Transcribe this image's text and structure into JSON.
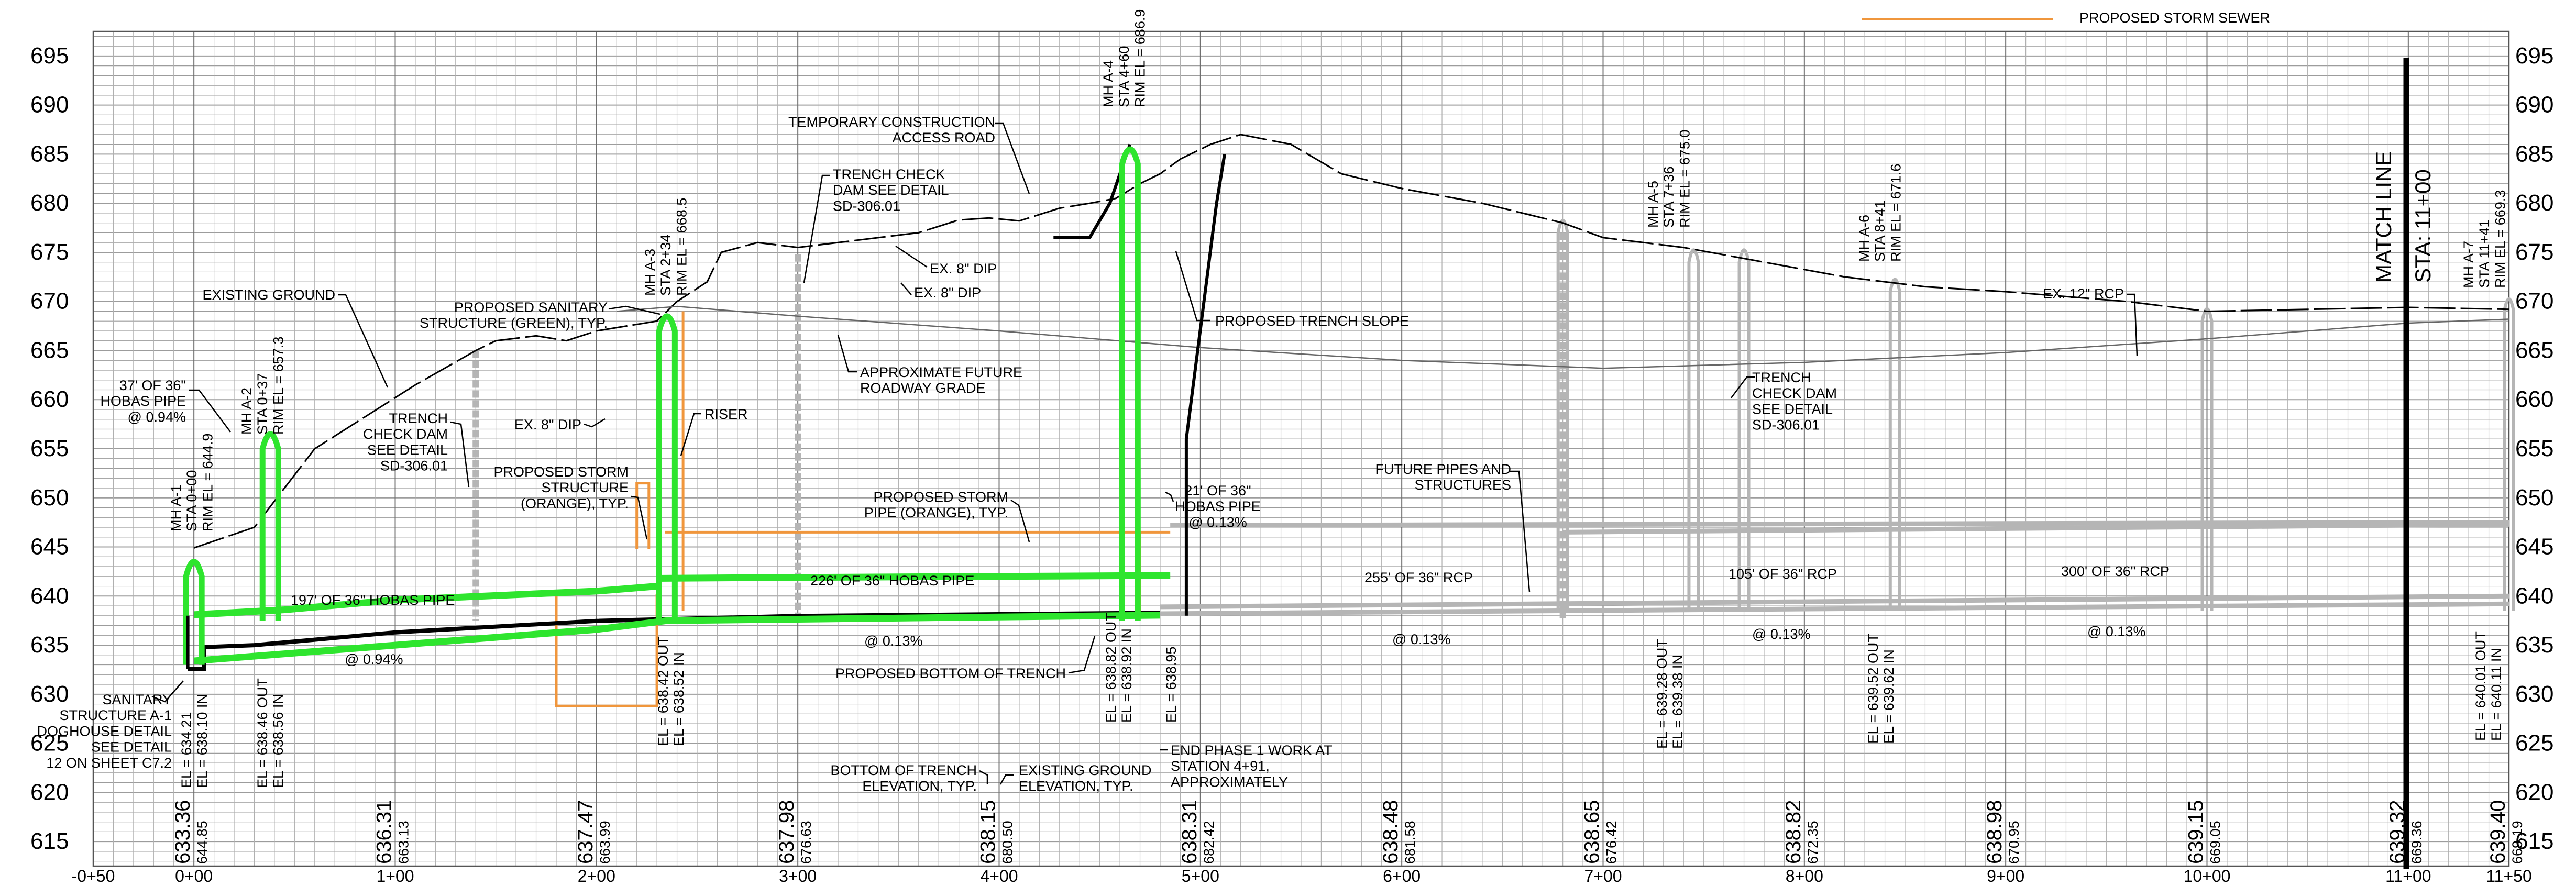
{
  "legend": {
    "proposed_storm_sewer": "PROPOSED STORM SEWER",
    "proposed_storm_sewer_color": "#f0963c"
  },
  "colors": {
    "sanitary": "#2ee52e",
    "storm": "#f0963c",
    "future": "#b5b5b5",
    "grid": "#999999",
    "ground": "#000000"
  },
  "axes": {
    "elevations": [
      695,
      690,
      685,
      680,
      675,
      670,
      665,
      660,
      655,
      650,
      645,
      640,
      635,
      630,
      625,
      620,
      615
    ],
    "stations": [
      "-0+50",
      "0+00",
      "1+00",
      "2+00",
      "3+00",
      "4+00",
      "5+00",
      "6+00",
      "7+00",
      "8+00",
      "9+00",
      "10+00",
      "11+00",
      "11+50"
    ],
    "station_values": [
      -50,
      0,
      100,
      200,
      300,
      400,
      500,
      600,
      700,
      800,
      900,
      1000,
      1100,
      1150
    ],
    "elev_range": [
      612.5,
      697.5
    ],
    "station_range": [
      -50,
      1150
    ]
  },
  "station_elevations": [
    {
      "sta": 0,
      "proposed": "633.36",
      "existing": "644.85"
    },
    {
      "sta": 100,
      "proposed": "636.31",
      "existing": "663.13"
    },
    {
      "sta": 200,
      "proposed": "637.47",
      "existing": "663.99"
    },
    {
      "sta": 300,
      "proposed": "637.98",
      "existing": "676.63"
    },
    {
      "sta": 400,
      "proposed": "638.15",
      "existing": "680.50"
    },
    {
      "sta": 500,
      "proposed": "638.31",
      "existing": "682.42"
    },
    {
      "sta": 600,
      "proposed": "638.48",
      "existing": "681.58"
    },
    {
      "sta": 700,
      "proposed": "638.65",
      "existing": "676.42"
    },
    {
      "sta": 800,
      "proposed": "638.82",
      "existing": "672.35"
    },
    {
      "sta": 900,
      "proposed": "638.98",
      "existing": "670.95"
    },
    {
      "sta": 1000,
      "proposed": "639.15",
      "existing": "669.05"
    },
    {
      "sta": 1100,
      "proposed": "639.32",
      "existing": "669.36"
    },
    {
      "sta": 1150,
      "proposed": "639.40",
      "existing": "669.19"
    }
  ],
  "profile": {
    "existing_ground": [
      [
        0,
        644.9
      ],
      [
        30,
        647
      ],
      [
        60,
        655
      ],
      [
        110,
        661.5
      ],
      [
        140,
        665
      ],
      [
        150,
        666
      ],
      [
        170,
        666.5
      ],
      [
        185,
        666
      ],
      [
        200,
        667
      ],
      [
        230,
        668
      ],
      [
        240,
        670
      ],
      [
        255,
        672
      ],
      [
        262,
        675
      ],
      [
        280,
        676
      ],
      [
        300,
        675.5
      ],
      [
        320,
        676
      ],
      [
        360,
        677
      ],
      [
        380,
        678.3
      ],
      [
        395,
        678.5
      ],
      [
        410,
        678.2
      ],
      [
        430,
        679.5
      ],
      [
        445,
        680
      ],
      [
        458,
        680.5
      ],
      [
        470,
        682
      ],
      [
        480,
        683
      ],
      [
        490,
        684.5
      ],
      [
        505,
        686
      ],
      [
        520,
        687
      ],
      [
        545,
        686
      ],
      [
        570,
        683
      ],
      [
        600,
        681.5
      ],
      [
        640,
        680
      ],
      [
        680,
        678
      ],
      [
        700,
        676.5
      ],
      [
        740,
        675.5
      ],
      [
        780,
        674
      ],
      [
        820,
        672.5
      ],
      [
        860,
        671.5
      ],
      [
        900,
        671
      ],
      [
        960,
        670
      ],
      [
        1000,
        669
      ],
      [
        1100,
        669.4
      ],
      [
        1150,
        669.2
      ]
    ],
    "future_grade": [
      [
        210,
        669
      ],
      [
        240,
        669.5
      ],
      [
        300,
        668.5
      ],
      [
        400,
        667
      ],
      [
        500,
        665.3
      ],
      [
        600,
        664
      ],
      [
        700,
        663.2
      ],
      [
        800,
        663.8
      ],
      [
        900,
        664.8
      ],
      [
        1000,
        666.2
      ],
      [
        1100,
        667.8
      ],
      [
        1150,
        668.2
      ]
    ],
    "trench_bottom": [
      [
        -3,
        632.6
      ],
      [
        5,
        632.6
      ],
      [
        5,
        634.8
      ],
      [
        30,
        635
      ],
      [
        100,
        636.3
      ],
      [
        200,
        637.47
      ],
      [
        300,
        637.98
      ],
      [
        400,
        638.15
      ],
      [
        480,
        638.3
      ]
    ],
    "green_pipe_a": [
      [
        0,
        638.1
      ],
      [
        45,
        638.6
      ],
      [
        100,
        639.6
      ],
      [
        200,
        640.5
      ],
      [
        230,
        641
      ]
    ],
    "green_pipe_b": [
      [
        230,
        641.8
      ],
      [
        300,
        641.9
      ],
      [
        400,
        642
      ],
      [
        485,
        642.1
      ]
    ],
    "green_pipe_bottom": [
      [
        0,
        633.4
      ],
      [
        100,
        635
      ],
      [
        200,
        636.6
      ],
      [
        235,
        637.5
      ],
      [
        480,
        638.05
      ]
    ],
    "manholes": [
      [
        0,
        644
      ],
      [
        38,
        657
      ],
      [
        235,
        669
      ],
      [
        465,
        686
      ]
    ],
    "future_structures": [
      [
        680,
        678
      ],
      [
        745,
        675
      ],
      [
        770,
        675
      ],
      [
        845,
        672
      ],
      [
        1000,
        669
      ],
      [
        1150,
        670
      ]
    ],
    "future_pipes": [
      [
        [
          480,
          638.2
        ],
        [
          1150,
          639.2
        ]
      ],
      [
        [
          480,
          638.9
        ],
        [
          1150,
          640
        ]
      ],
      [
        [
          485,
          647.2
        ],
        [
          1150,
          647.5
        ]
      ],
      [
        [
          680,
          646.5
        ],
        [
          1150,
          647.3
        ]
      ]
    ],
    "storm": [
      [
        [
          180,
          640.5
        ],
        [
          180,
          628.8
        ],
        [
          230,
          628.8
        ],
        [
          230,
          640.2
        ]
      ],
      [
        [
          220,
          644.8
        ],
        [
          220,
          651.5
        ],
        [
          226,
          651.5
        ],
        [
          226,
          644.8
        ]
      ],
      [
        [
          234,
          646.5
        ],
        [
          485,
          646.5
        ]
      ],
      [
        [
          243,
          669
        ],
        [
          243,
          638.5
        ]
      ],
      [
        [
          470,
          646.5
        ],
        [
          470,
          638.5
        ]
      ]
    ],
    "trench_slopes": [
      [
        [
          427,
          676.5
        ],
        [
          445,
          676.5
        ],
        [
          455,
          680
        ],
        [
          465,
          686
        ]
      ],
      [
        [
          493,
          638
        ],
        [
          493,
          656
        ],
        [
          508,
          680
        ],
        [
          512,
          685
        ]
      ]
    ]
  },
  "annotations": {
    "temp_construction": "TEMPORARY CONSTRUCTION\nACCESS ROAD",
    "trench_check_dam_top": "TRENCH CHECK\nDAM SEE DETAIL\nSD-306.01",
    "ex_8_dip_top": "EX. 8\" DIP",
    "ex_8_dip_top2": "EX. 8\" DIP",
    "proposed_trench_slope": "PROPOSED TRENCH SLOPE",
    "existing_ground": "EXISTING GROUND",
    "proposed_sanitary_structure": "PROPOSED SANITARY\nSTRUCTURE (GREEN), TYP.",
    "approx_future_grade": "APPROXIMATE FUTURE\nROADWAY GRADE",
    "hobas_37": "37' OF 36\"\nHOBAS PIPE\n@ 0.94%",
    "trench_check_dam_left": "TRENCH\nCHECK DAM\nSEE DETAIL\nSD-306.01",
    "ex_8_dip_mid": "EX. 8\" DIP",
    "riser": "RISER",
    "proposed_storm_structure": "PROPOSED STORM\nSTRUCTURE\n(ORANGE), TYP.",
    "proposed_storm_pipe": "PROPOSED STORM\nPIPE (ORANGE), TYP.",
    "hobas_21": "21' OF 36\"\nHOBAS PIPE\n@ 0.13%",
    "future_pipes": "FUTURE PIPES AND\nSTRUCTURES",
    "trench_check_dam_right": "TRENCH\nCHECK DAM\nSEE DETAIL\nSD-306.01",
    "ex_12_rcp": "EX. 12\" RCP",
    "hobas_197": "197' OF 36\" HOBAS PIPE",
    "hobas_226": "226' OF 36\" HOBAS PIPE",
    "slope_094": "@ 0.94%",
    "slope_013": "@ 0.13%",
    "proposed_bottom_trench": "PROPOSED BOTTOM OF TRENCH",
    "sanitary_structure_a1": "SANITARY\nSTRUCTURE A-1\nDOGHOUSE DETAIL\nSEE DETAIL\n12 ON SHEET C7.2",
    "bottom_of_trench": "BOTTOM OF TRENCH\nELEVATION, TYP.",
    "existing_ground_elev": "EXISTING GROUND\nELEVATION, TYP.",
    "end_phase_1": "END PHASE 1 WORK AT\nSTATION 4+91,\nAPPROXIMATELY",
    "rcp_255": "255' OF 36\" RCP",
    "rcp_105": "105' OF 36\" RCP",
    "rcp_300": "300' OF 36\" RCP",
    "slope_013_a": "@ 0.13%",
    "slope_013_b": "@ 0.13%",
    "slope_013_c": "@ 0.13%",
    "match_line": "MATCH LINE",
    "match_sta": "STA: 11+00"
  },
  "manhole_labels": {
    "mh_a1": "MH A-1\nSTA 0+00\nRIM EL = 644.9",
    "mh_a2": "MH A-2\nSTA 0+37\nRIM EL = 657.3",
    "mh_a3": "MH A-3\nSTA 2+34\nRIM EL = 668.5",
    "mh_a4": "MH A-4\nSTA 4+60\nRIM EL = 686.9",
    "mh_a5": "MH A-5\nSTA 7+36\nRIM EL = 675.0",
    "mh_a6": "MH A-6\nSTA 8+41\nRIM EL = 671.6",
    "mh_a7": "MH A-7\nSTA 11+41\nRIM EL = 669.3"
  },
  "invert_labels": {
    "a1": "EL = 634.21\nEL = 638.10 IN",
    "a2": "EL = 638.46 OUT\nEL = 638.56 IN",
    "a3": "EL = 638.42 OUT\nEL = 638.52 IN",
    "a4": "EL = 638.82 OUT\nEL = 638.92 IN",
    "end": "EL = 638.95",
    "a5": "EL = 639.28 OUT\nEL = 639.38 IN",
    "a6": "EL = 639.52 OUT\nEL = 639.62 IN",
    "a7": "EL = 640.01 OUT\nEL = 640.11 IN"
  }
}
